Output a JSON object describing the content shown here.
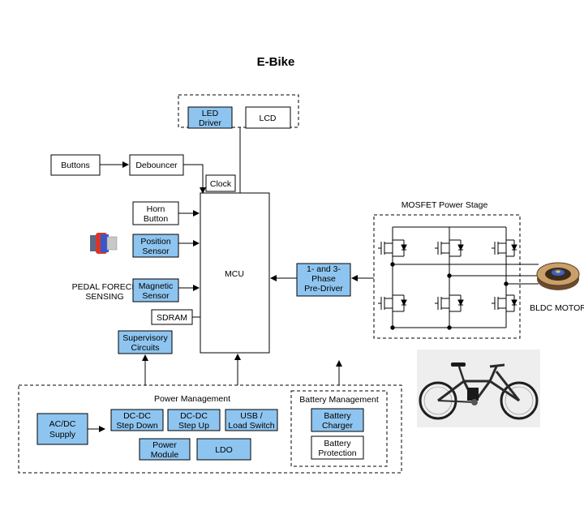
{
  "title": "E-Bike",
  "colors": {
    "block_fill": "#8ec5f0",
    "line": "#000000",
    "background": "#ffffff"
  },
  "blocks": {
    "led_driver": [
      "LED",
      "Driver"
    ],
    "lcd": "LCD",
    "buttons": "Buttons",
    "debouncer": "Debouncer",
    "clock": "Clock",
    "horn_button": [
      "Horn",
      "Button"
    ],
    "position_sensor": [
      "Position",
      "Sensor"
    ],
    "magnetic_sensor": [
      "Magnetic",
      "Sensor"
    ],
    "pedal_force_sensing": [
      "PEDAL FORECE",
      "SENSING"
    ],
    "sdram": "SDRAM",
    "supervisory": [
      "Supervisory",
      "Circuits"
    ],
    "mcu": "MCU",
    "pre_driver": [
      "1- and 3-",
      "Phase",
      "Pre-Driver"
    ],
    "mosfet_stage": "MOSFET Power Stage",
    "bldc_motor": "BLDC MOTOR"
  },
  "power_management": {
    "label": "Power Management",
    "acdc": [
      "AC/DC",
      "Supply"
    ],
    "step_down": [
      "DC-DC",
      "Step Down"
    ],
    "step_up": [
      "DC-DC",
      "Step Up"
    ],
    "usb_load": [
      "USB /",
      "Load Switch"
    ],
    "power_module": [
      "Power",
      "Module"
    ],
    "ldo": "LDO"
  },
  "battery_management": {
    "label": "Battery Management",
    "charger": [
      "Battery",
      "Charger"
    ],
    "protection": [
      "Battery",
      "Protection"
    ]
  },
  "icons": [
    "position-sensor-icon",
    "bldc-motor-icon",
    "ebike-photo"
  ]
}
